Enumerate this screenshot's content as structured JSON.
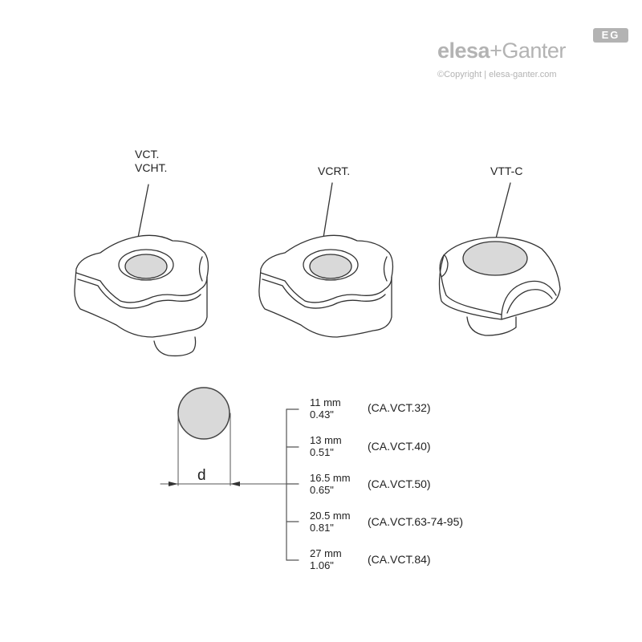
{
  "logo": {
    "brand_part1": "elesa",
    "plus": "+",
    "brand_part2": "Ganter",
    "badge": "EG",
    "copyright": "©Copyright | elesa-ganter.com"
  },
  "products": [
    {
      "label_line1": "VCT.",
      "label_line2": "VCHT."
    },
    {
      "label_line1": "VCRT."
    },
    {
      "label_line1": "VTT-C"
    }
  ],
  "dimension": {
    "symbol": "d"
  },
  "sizes": [
    {
      "mm": "11 mm",
      "inch": "0.43\"",
      "code": "(CA.VCT.32)"
    },
    {
      "mm": "13 mm",
      "inch": "0.51\"",
      "code": "(CA.VCT.40)"
    },
    {
      "mm": "16.5 mm",
      "inch": "0.65\"",
      "code": "(CA.VCT.50)"
    },
    {
      "mm": "20.5 mm",
      "inch": "0.81\"",
      "code": "(CA.VCT.63-74-95)"
    },
    {
      "mm": "27 mm",
      "inch": "1.06\"",
      "code": "(CA.VCT.84)"
    }
  ],
  "colors": {
    "cap_fill": "#d9d9d9",
    "line": "#333333",
    "logo_gray": "#b3b3b3"
  }
}
